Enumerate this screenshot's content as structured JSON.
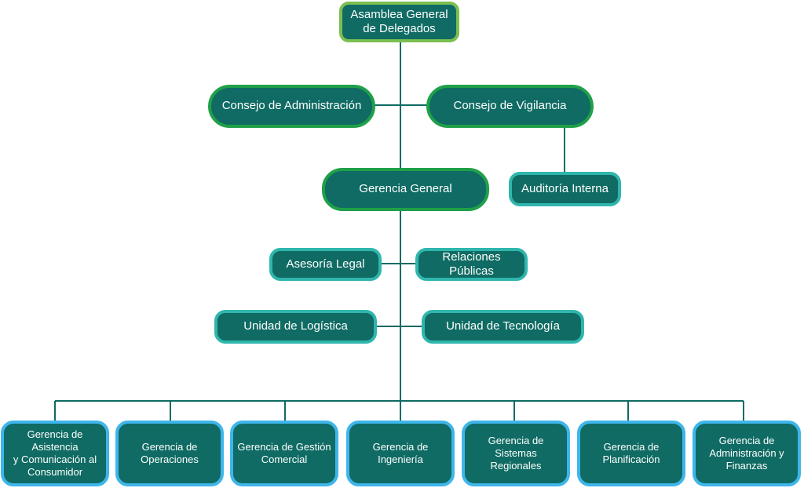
{
  "org_chart": {
    "asamblea": "Asamblea  General\nde Delegados",
    "consejo_admin": "Consejo de Administración",
    "consejo_vigilancia": "Consejo de Vigilancia",
    "gerencia_general": "Gerencia General",
    "auditoria": "Auditoría Interna",
    "asesoria_legal": "Asesoría Legal",
    "relaciones_publicas": "Relaciones Públicas",
    "unidad_logistica": "Unidad de Logística",
    "unidad_tecnologia": "Unidad de Tecnología",
    "departments": [
      "Gerencia de Asistencia\ny Comunicación al\nConsumidor",
      "Gerencia de\nOperaciones",
      "Gerencia de Gestión\nComercial",
      "Gerencia de\nIngeniería",
      "Gerencia de\nSistemas Regionales",
      "Gerencia de\nPlanificación",
      "Gerencia de\nAdministración  y\nFinanzas"
    ]
  },
  "colors": {
    "box_fill": "#0f6b63",
    "connector": "#0f6b63",
    "border_top": "#7bbf50",
    "border_board": "#1fa049",
    "border_staff": "#2fb6ad",
    "border_department": "#3fb6ea"
  }
}
